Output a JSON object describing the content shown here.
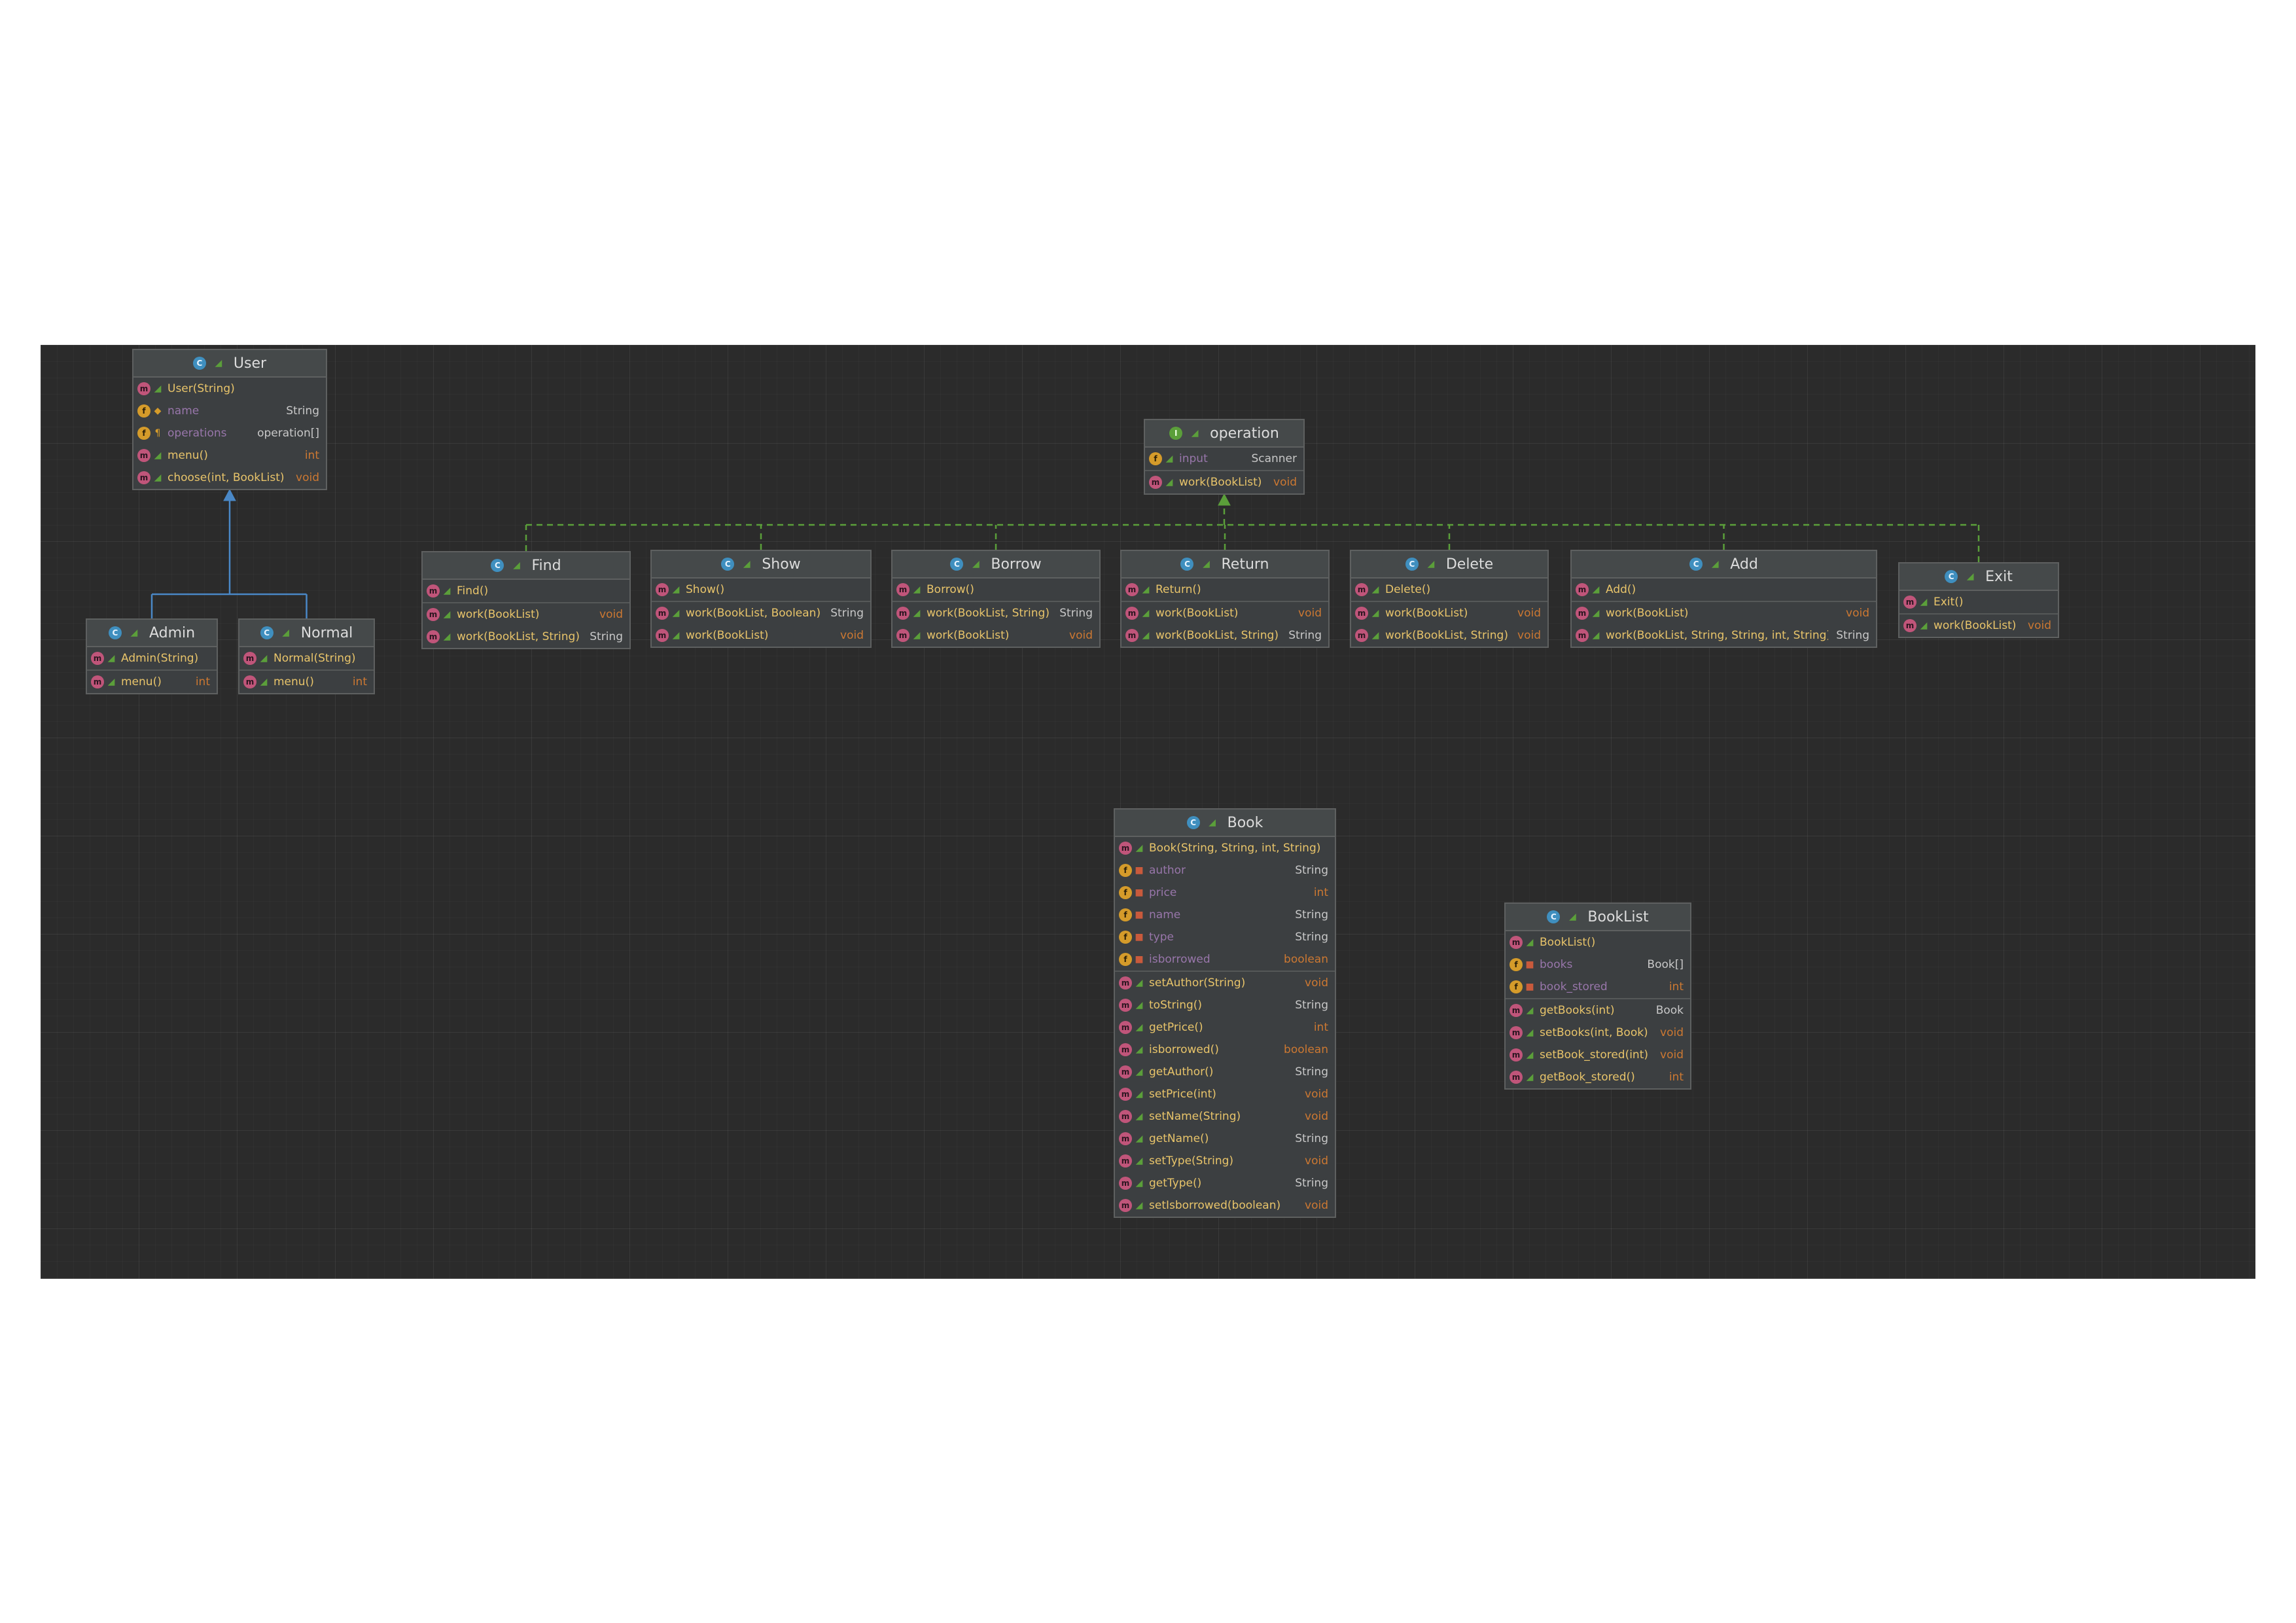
{
  "diagram": {
    "classes": [
      {
        "id": "user",
        "name": "User",
        "kind": "class",
        "icon": "class-icon",
        "fields": [
          {
            "name": "name",
            "type": "String",
            "visibility": "protected"
          },
          {
            "name": "operations",
            "type": "operation[]",
            "visibility": "package"
          }
        ],
        "methods": [
          {
            "name": "User(String)",
            "type": "",
            "visibility": "public"
          },
          {
            "name": "menu()",
            "type": "int",
            "visibility": "public"
          },
          {
            "name": "choose(int, BookList)",
            "type": "void",
            "visibility": "public"
          }
        ],
        "order": [
          "m0",
          "f0",
          "f1",
          "m1",
          "m2"
        ]
      },
      {
        "id": "operation",
        "name": "operation",
        "kind": "interface",
        "icon": "interface-icon",
        "fields": [
          {
            "name": "input",
            "type": "Scanner",
            "visibility": "public"
          }
        ],
        "methods": [
          {
            "name": "work(BookList)",
            "type": "void",
            "visibility": "public"
          }
        ]
      },
      {
        "id": "admin",
        "name": "Admin",
        "kind": "class",
        "icon": "class-icon",
        "fields": [],
        "methods": [
          {
            "name": "Admin(String)",
            "type": "",
            "visibility": "public"
          },
          {
            "name": "menu()",
            "type": "int",
            "visibility": "public"
          }
        ]
      },
      {
        "id": "normal",
        "name": "Normal",
        "kind": "class",
        "icon": "class-icon",
        "fields": [],
        "methods": [
          {
            "name": "Normal(String)",
            "type": "",
            "visibility": "public"
          },
          {
            "name": "menu()",
            "type": "int",
            "visibility": "public"
          }
        ]
      },
      {
        "id": "find",
        "name": "Find",
        "kind": "class",
        "icon": "class-icon",
        "fields": [],
        "methods": [
          {
            "name": "Find()",
            "type": "",
            "visibility": "public"
          },
          {
            "name": "work(BookList)",
            "type": "void",
            "visibility": "public"
          },
          {
            "name": "work(BookList, String)",
            "type": "String",
            "visibility": "public"
          }
        ]
      },
      {
        "id": "show",
        "name": "Show",
        "kind": "class",
        "icon": "class-icon",
        "fields": [],
        "methods": [
          {
            "name": "Show()",
            "type": "",
            "visibility": "public"
          },
          {
            "name": "work(BookList, Boolean)",
            "type": "String",
            "visibility": "public"
          },
          {
            "name": "work(BookList)",
            "type": "void",
            "visibility": "public"
          }
        ]
      },
      {
        "id": "borrow",
        "name": "Borrow",
        "kind": "class",
        "icon": "class-icon",
        "fields": [],
        "methods": [
          {
            "name": "Borrow()",
            "type": "",
            "visibility": "public"
          },
          {
            "name": "work(BookList, String)",
            "type": "String",
            "visibility": "public"
          },
          {
            "name": "work(BookList)",
            "type": "void",
            "visibility": "public"
          }
        ]
      },
      {
        "id": "return",
        "name": "Return",
        "kind": "class",
        "icon": "class-icon",
        "fields": [],
        "methods": [
          {
            "name": "Return()",
            "type": "",
            "visibility": "public"
          },
          {
            "name": "work(BookList)",
            "type": "void",
            "visibility": "public"
          },
          {
            "name": "work(BookList, String)",
            "type": "String",
            "visibility": "public"
          }
        ]
      },
      {
        "id": "delete",
        "name": "Delete",
        "kind": "class",
        "icon": "class-icon",
        "fields": [],
        "methods": [
          {
            "name": "Delete()",
            "type": "",
            "visibility": "public"
          },
          {
            "name": "work(BookList)",
            "type": "void",
            "visibility": "public"
          },
          {
            "name": "work(BookList, String)",
            "type": "void",
            "visibility": "public"
          }
        ]
      },
      {
        "id": "add",
        "name": "Add",
        "kind": "class",
        "icon": "class-icon",
        "fields": [],
        "methods": [
          {
            "name": "Add()",
            "type": "",
            "visibility": "public"
          },
          {
            "name": "work(BookList)",
            "type": "void",
            "visibility": "public"
          },
          {
            "name": "work(BookList, String, String, int, String)",
            "type": "String",
            "visibility": "public"
          }
        ]
      },
      {
        "id": "exit",
        "name": "Exit",
        "kind": "class",
        "icon": "class-icon",
        "fields": [],
        "methods": [
          {
            "name": "Exit()",
            "type": "",
            "visibility": "public"
          },
          {
            "name": "work(BookList)",
            "type": "void",
            "visibility": "public"
          }
        ]
      },
      {
        "id": "book",
        "name": "Book",
        "kind": "class",
        "icon": "class-icon",
        "fields": [
          {
            "name": "author",
            "type": "String",
            "visibility": "private"
          },
          {
            "name": "price",
            "type": "int",
            "visibility": "private"
          },
          {
            "name": "name",
            "type": "String",
            "visibility": "private"
          },
          {
            "name": "type",
            "type": "String",
            "visibility": "private"
          },
          {
            "name": "isborrowed",
            "type": "boolean",
            "visibility": "private"
          }
        ],
        "methods": [
          {
            "name": "Book(String, String, int, String)",
            "type": "",
            "visibility": "public"
          },
          {
            "name": "setAuthor(String)",
            "type": "void",
            "visibility": "public"
          },
          {
            "name": "toString()",
            "type": "String",
            "visibility": "public"
          },
          {
            "name": "getPrice()",
            "type": "int",
            "visibility": "public"
          },
          {
            "name": "isborrowed()",
            "type": "boolean",
            "visibility": "public"
          },
          {
            "name": "getAuthor()",
            "type": "String",
            "visibility": "public"
          },
          {
            "name": "setPrice(int)",
            "type": "void",
            "visibility": "public"
          },
          {
            "name": "setName(String)",
            "type": "void",
            "visibility": "public"
          },
          {
            "name": "getName()",
            "type": "String",
            "visibility": "public"
          },
          {
            "name": "setType(String)",
            "type": "void",
            "visibility": "public"
          },
          {
            "name": "getType()",
            "type": "String",
            "visibility": "public"
          },
          {
            "name": "setIsborrowed(boolean)",
            "type": "void",
            "visibility": "public"
          }
        ]
      },
      {
        "id": "booklist",
        "name": "BookList",
        "kind": "class",
        "icon": "class-icon",
        "fields": [
          {
            "name": "books",
            "type": "Book[]",
            "visibility": "private"
          },
          {
            "name": "book_stored",
            "type": "int",
            "visibility": "private"
          }
        ],
        "methods": [
          {
            "name": "BookList()",
            "type": "",
            "visibility": "public"
          },
          {
            "name": "getBooks(int)",
            "type": "Book",
            "visibility": "public"
          },
          {
            "name": "setBooks(int, Book)",
            "type": "void",
            "visibility": "public"
          },
          {
            "name": "setBook_stored(int)",
            "type": "void",
            "visibility": "public"
          },
          {
            "name": "getBook_stored()",
            "type": "int",
            "visibility": "public"
          }
        ]
      }
    ],
    "relations": [
      {
        "kind": "extends",
        "from": "admin",
        "to": "user",
        "color": "#4a88c7"
      },
      {
        "kind": "extends",
        "from": "normal",
        "to": "user",
        "color": "#4a88c7"
      },
      {
        "kind": "implements",
        "from": "find",
        "to": "operation",
        "color": "#5b9f3a"
      },
      {
        "kind": "implements",
        "from": "show",
        "to": "operation",
        "color": "#5b9f3a"
      },
      {
        "kind": "implements",
        "from": "borrow",
        "to": "operation",
        "color": "#5b9f3a"
      },
      {
        "kind": "implements",
        "from": "return",
        "to": "operation",
        "color": "#5b9f3a"
      },
      {
        "kind": "implements",
        "from": "delete",
        "to": "operation",
        "color": "#5b9f3a"
      },
      {
        "kind": "implements",
        "from": "add",
        "to": "operation",
        "color": "#5b9f3a"
      },
      {
        "kind": "implements",
        "from": "exit",
        "to": "operation",
        "color": "#5b9f3a"
      }
    ],
    "colors": {
      "canvas": "#2b2b2b",
      "node_bg": "#3c3f41",
      "node_border": "#5e6060",
      "method_name": "#e8c46a",
      "field_name": "#9876aa",
      "primitive_type": "#cc7832",
      "extends_edge": "#4a88c7",
      "implements_edge": "#5b9f3a"
    }
  }
}
